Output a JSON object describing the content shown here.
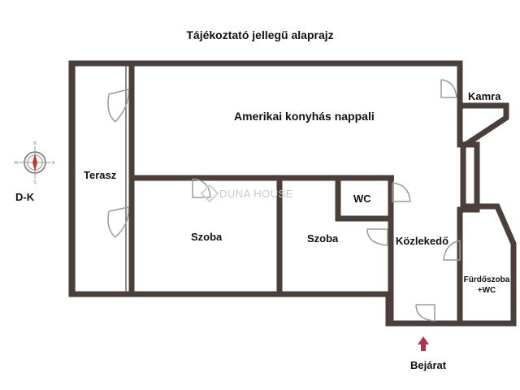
{
  "title": "Tájékoztató jellegű alaprajz",
  "orientation": "D-K",
  "rooms": {
    "living": "Amerikai konyhás nappali",
    "pantry": "Kamra",
    "terrace": "Terasz",
    "room1": "Szoba",
    "room2": "Szoba",
    "wc": "WC",
    "corridor": "Közlekedő",
    "bathroom_line1": "Fürdőszoba",
    "bathroom_line2": "+WC"
  },
  "entrance": "Bejárat",
  "watermark": "DUNA HOUSE",
  "colors": {
    "wall": "#4a3f3a",
    "door": "#9a9a9a",
    "arrow": "#b2334a",
    "compass_needle": "#c0392b"
  }
}
